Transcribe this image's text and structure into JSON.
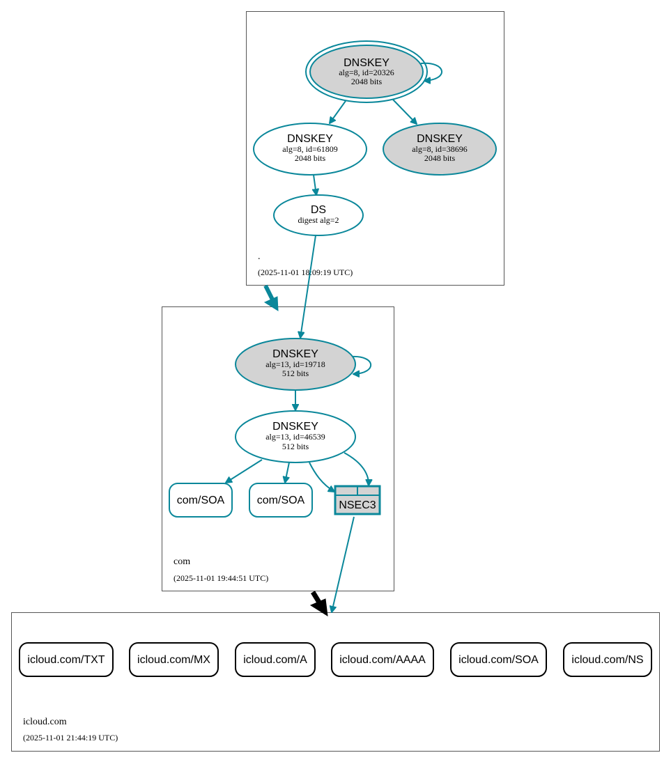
{
  "zones": {
    "root": {
      "name": ".",
      "timestamp": "(2025-11-01 18:09:19 UTC)",
      "dnskey_ksk": {
        "title": "DNSKEY",
        "line1": "alg=8, id=20326",
        "line2": "2048 bits"
      },
      "dnskey_zsk": {
        "title": "DNSKEY",
        "line1": "alg=8, id=61809",
        "line2": "2048 bits"
      },
      "dnskey_other": {
        "title": "DNSKEY",
        "line1": "alg=8, id=38696",
        "line2": "2048 bits"
      },
      "ds": {
        "title": "DS",
        "line1": "digest alg=2"
      }
    },
    "com": {
      "name": "com",
      "timestamp": "(2025-11-01 19:44:51 UTC)",
      "dnskey_ksk": {
        "title": "DNSKEY",
        "line1": "alg=13, id=19718",
        "line2": "512 bits"
      },
      "dnskey_zsk": {
        "title": "DNSKEY",
        "line1": "alg=13, id=46539",
        "line2": "512 bits"
      },
      "soa_1": "com/SOA",
      "soa_2": "com/SOA",
      "nsec3": "NSEC3"
    },
    "icloud": {
      "name": "icloud.com",
      "timestamp": "(2025-11-01 21:44:19 UTC)",
      "records": [
        "icloud.com/TXT",
        "icloud.com/MX",
        "icloud.com/A",
        "icloud.com/AAAA",
        "icloud.com/SOA",
        "icloud.com/NS"
      ]
    }
  },
  "colors": {
    "edge": "#0a879a",
    "node_border": "#0a879a",
    "node_fill_secure": "#d3d3d3",
    "record_border": "#000000"
  }
}
